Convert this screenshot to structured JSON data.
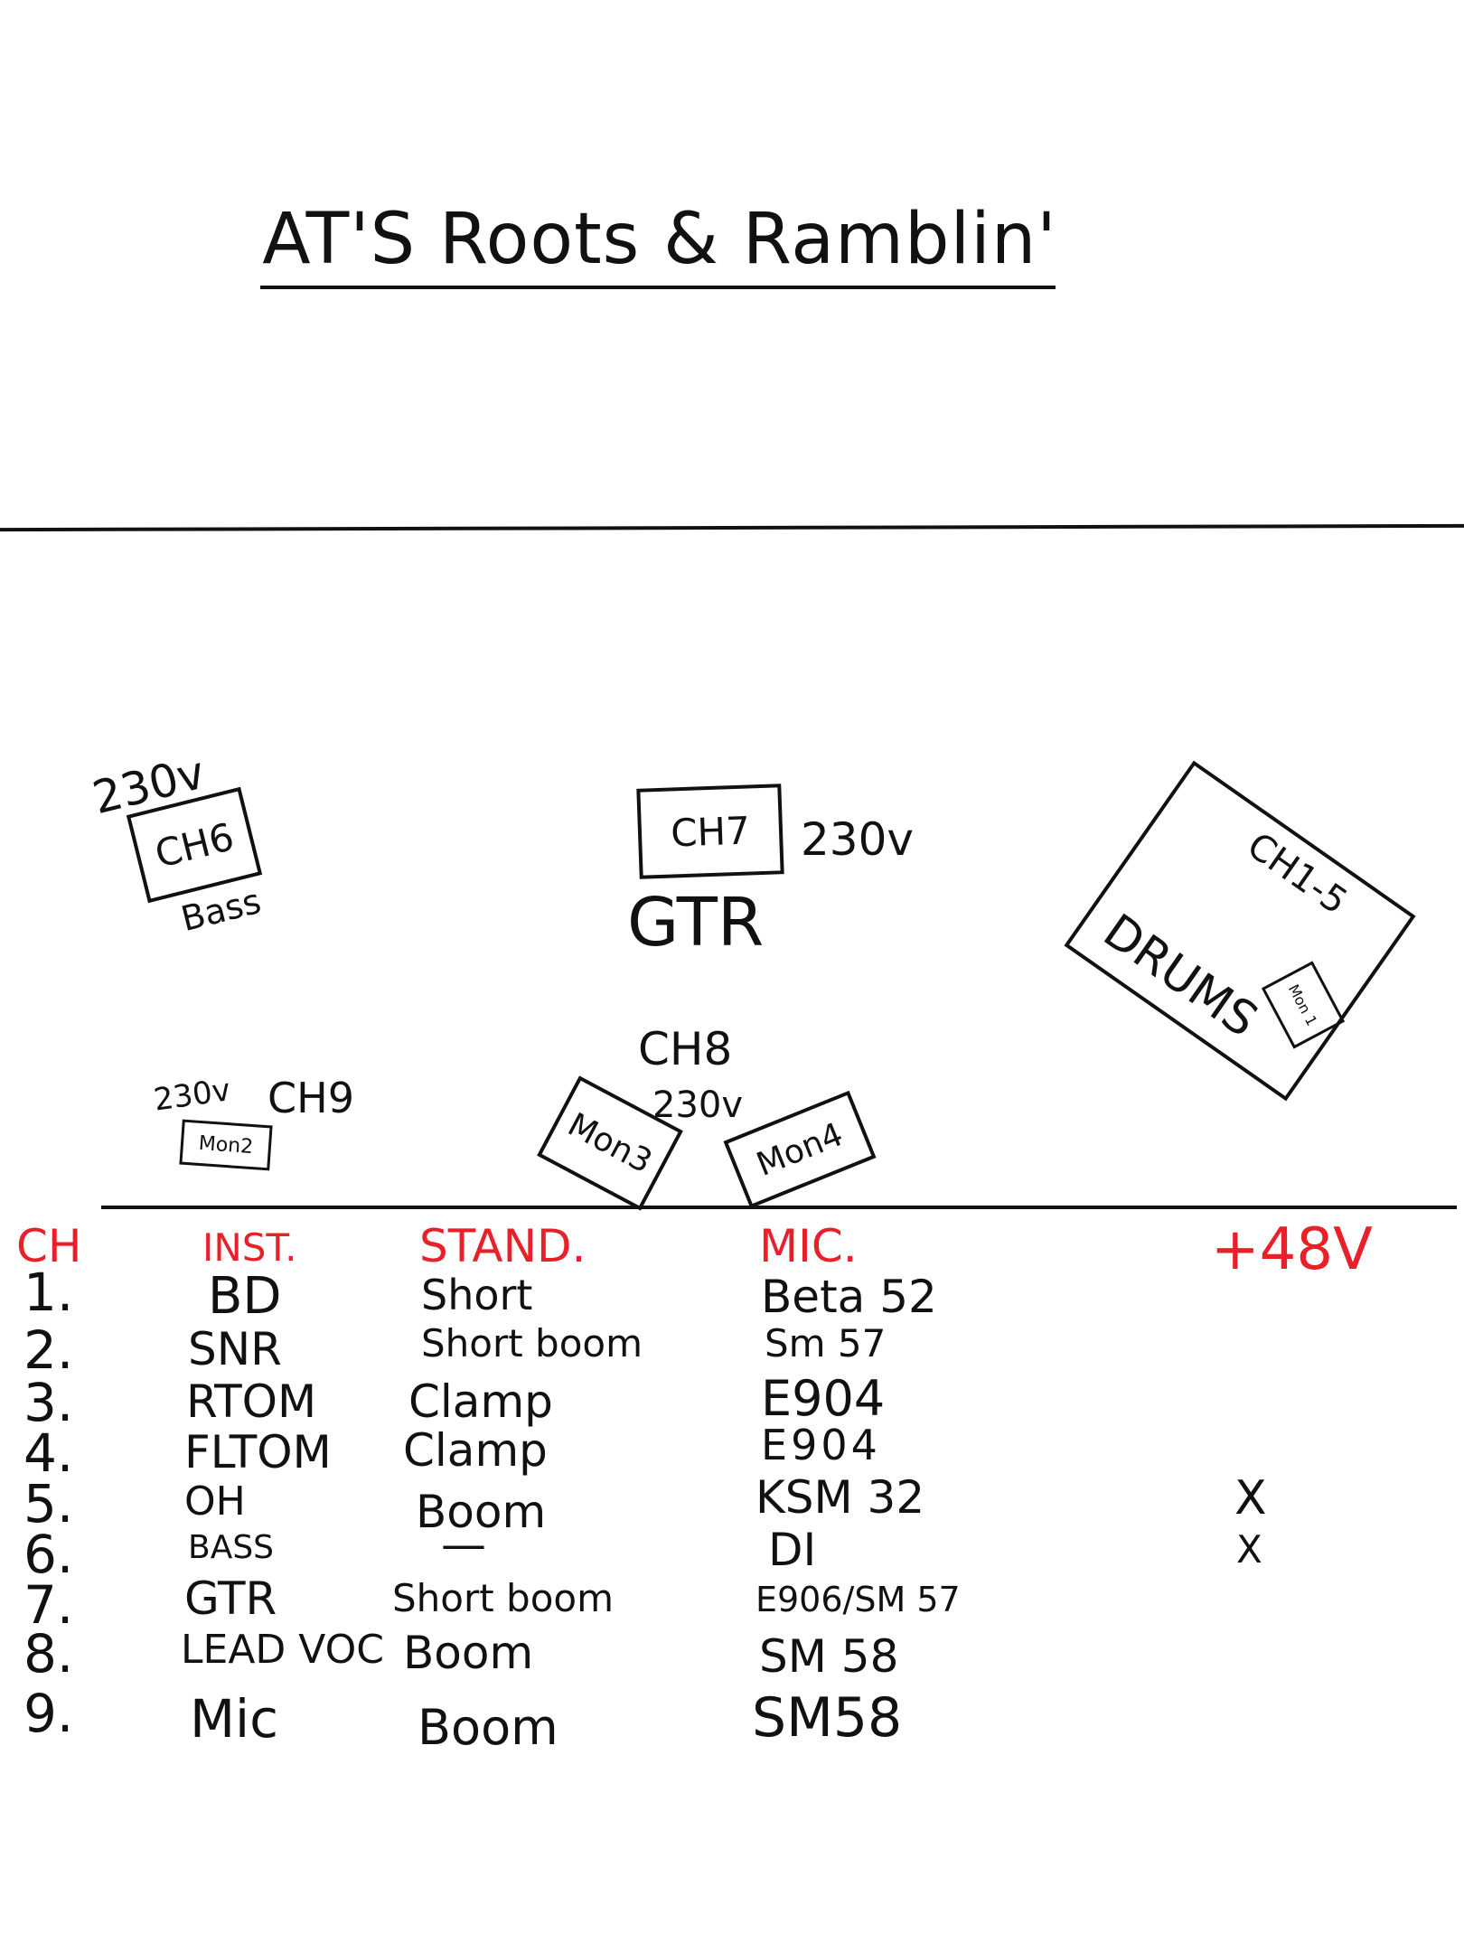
{
  "title": "AT'S Roots & Ramblin'",
  "stage": {
    "bass": {
      "channel": "CH6",
      "power": "230v",
      "label": "Bass"
    },
    "guitar": {
      "channel": "CH7",
      "power": "230v",
      "label": "GTR"
    },
    "drums": {
      "channel": "CH1-5",
      "label": "DRUMS",
      "monitor": "Mon 1"
    },
    "vocal": {
      "channel": "CH8",
      "power": "230v"
    },
    "mic": {
      "channel": "CH9",
      "power": "230v",
      "monitor": "Mon2"
    },
    "mon3": "Mon3",
    "mon4": "Mon4"
  },
  "table": {
    "headers": {
      "ch": "CH",
      "inst": "INST.",
      "stand": "STAND.",
      "mic": "MIC.",
      "phantom": "+48V"
    },
    "rows": [
      {
        "ch": "1.",
        "inst": "BD",
        "stand": "Short",
        "mic": "Beta 52",
        "phantom": ""
      },
      {
        "ch": "2.",
        "inst": "SNR",
        "stand": "Short boom",
        "mic": "Sm 57",
        "phantom": ""
      },
      {
        "ch": "3.",
        "inst": "RTOM",
        "stand": "Clamp",
        "mic": "E904",
        "phantom": ""
      },
      {
        "ch": "4.",
        "inst": "FLTOM",
        "stand": "Clamp",
        "mic": "E904",
        "phantom": ""
      },
      {
        "ch": "5.",
        "inst": "OH",
        "stand": "Boom",
        "mic": "KSM 32",
        "phantom": "X"
      },
      {
        "ch": "6.",
        "inst": "BASS",
        "stand": "—",
        "mic": "DI",
        "phantom": "X"
      },
      {
        "ch": "7.",
        "inst": "GTR",
        "stand": "Short boom",
        "mic": "E906/SM 57",
        "phantom": ""
      },
      {
        "ch": "8.",
        "inst": "LEAD VOC",
        "stand": "Boom",
        "mic": "SM 58",
        "phantom": ""
      },
      {
        "ch": "9.",
        "inst": "Mic",
        "stand": "Boom",
        "mic": "SM58",
        "phantom": ""
      }
    ]
  }
}
